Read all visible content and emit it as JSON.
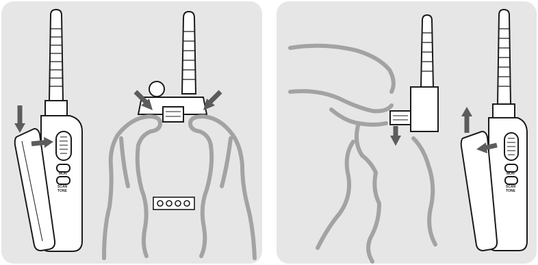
{
  "radio_labels": {
    "monitor": "MON",
    "scan": "SCAN",
    "tone": "TONE"
  },
  "colors": {
    "panel_background": "#e6e6e6",
    "hand_outline": "#a3a3a3",
    "arrow": "#5c5c5c",
    "device_outline": "#1a1a1a"
  },
  "icons": [
    "down-arrow-icon",
    "right-arrow-icon",
    "diagonal-arrow-icon",
    "up-arrow-icon",
    "left-arrow-icon"
  ]
}
